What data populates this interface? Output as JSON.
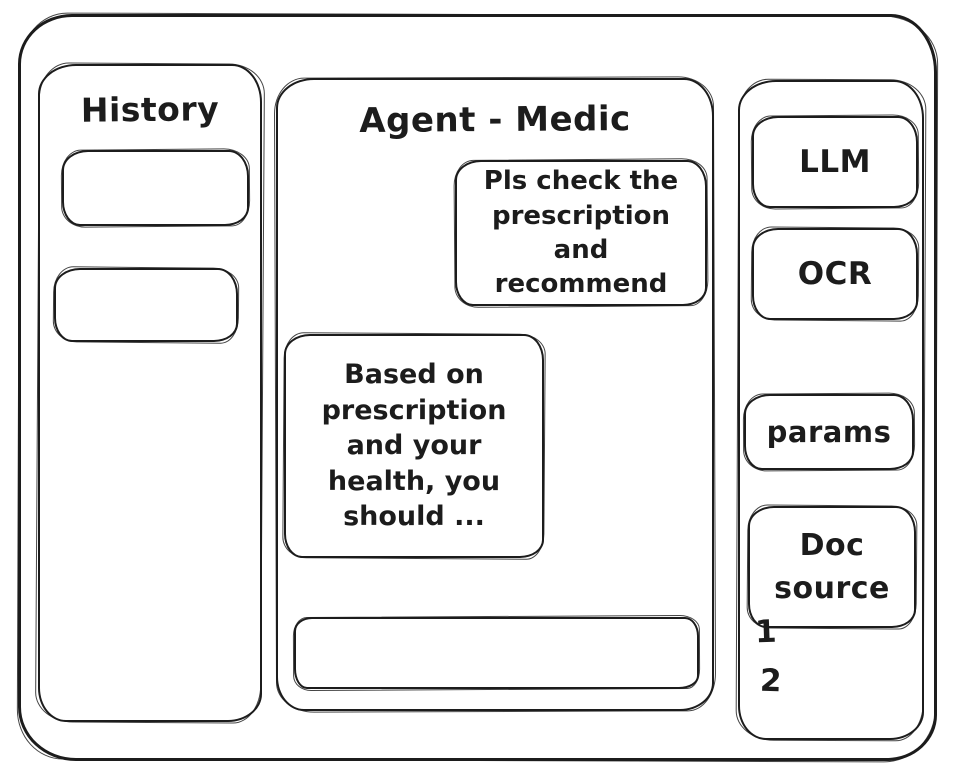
{
  "colors": {
    "ink": "#1c1c1c",
    "background": "#ffffff"
  },
  "history_panel": {
    "title": "History",
    "items": [
      {
        "label": ""
      },
      {
        "label": ""
      }
    ]
  },
  "chat": {
    "title": "Agent - Medic",
    "messages": [
      {
        "role": "user",
        "text": "Pls check the prescription and recommend"
      },
      {
        "role": "assistant",
        "text": "Based on prescription and your health, you should ..."
      }
    ],
    "input": {
      "value": ""
    }
  },
  "tools_panel": {
    "buttons": [
      {
        "label": "LLM"
      },
      {
        "label": "OCR"
      },
      {
        "label": "params"
      },
      {
        "label": "Doc source"
      }
    ],
    "doc_source_items": [
      "1",
      "2"
    ]
  }
}
